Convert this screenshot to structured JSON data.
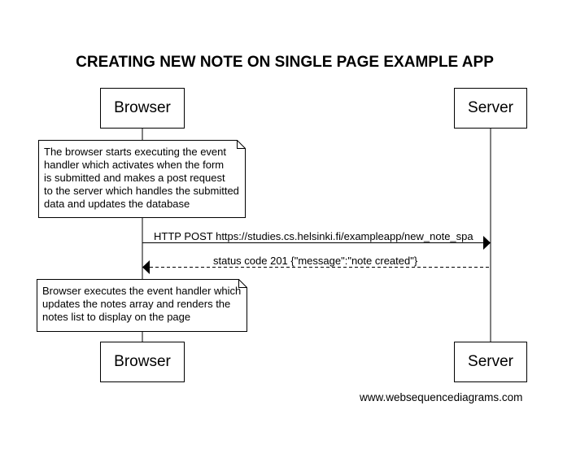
{
  "title": "CREATING NEW NOTE ON SINGLE PAGE EXAMPLE APP",
  "participants": {
    "browser": "Browser",
    "server": "Server"
  },
  "notes": {
    "first": [
      "The browser starts executing the event",
      "handler which activates when the form",
      "is submitted and makes a post request",
      "to the server which handles the submitted",
      "data and updates the database"
    ],
    "second": [
      "Browser executes the event handler which",
      "updates the notes array and renders the",
      "notes list to display on the page"
    ]
  },
  "messages": {
    "post": "HTTP POST https://studies.cs.helsinki.fi/exampleapp/new_note_spa",
    "response": "status code 201 {\"message\":\"note created\"}"
  },
  "footer": "www.websequencediagrams.com"
}
